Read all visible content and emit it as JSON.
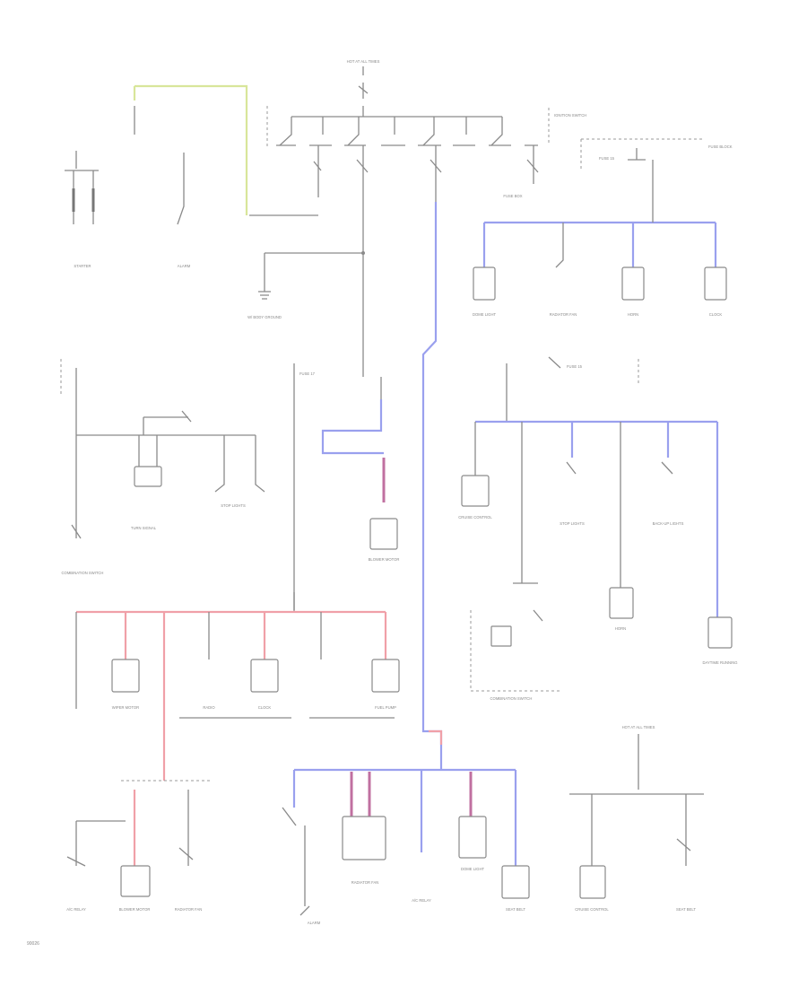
{
  "figure_id": "90026",
  "labels": {
    "hot_at_all_times": "HOT AT ALL TIMES",
    "ignition_switch": "IGNITION SWITCH",
    "fuse_box": "FUSE BOX",
    "fuse_block": "FUSE BLOCK",
    "w_body_ground": "W/ BODY GROUND",
    "fuse_15": "FUSE 15",
    "fuse_17": "FUSE 17",
    "alarm": "ALARM",
    "combination_switch": "COMBINATION SWITCH",
    "horn": "HORN",
    "clock": "CLOCK",
    "radio": "RADIO",
    "starter": "STARTER",
    "wiper_motor": "WIPER MOTOR",
    "turn_signal": "TURN SIGNAL",
    "stop_lights": "STOP LIGHTS",
    "back_up_lights": "BACK-UP LIGHTS",
    "daytime_running": "DAYTIME RUNNING",
    "cruise_control": "CRUISE CONTROL",
    "dome_light": "DOME LIGHT",
    "fuel_pump": "FUEL PUMP",
    "blower_motor": "BLOWER MOTOR",
    "radiator_fan": "RADIATOR FAN",
    "ac_relay": "A/C RELAY",
    "seat_belt": "SEAT BELT"
  }
}
